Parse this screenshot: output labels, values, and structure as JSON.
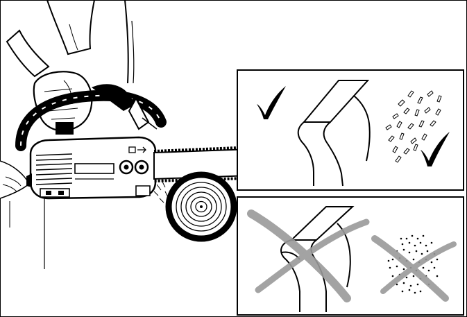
{
  "figure": {
    "panels": [
      {
        "id": "correct",
        "verdict": "check",
        "chips": "coarse-flakes"
      },
      {
        "id": "incorrect",
        "verdict": "cross",
        "chips": "fine-dust"
      }
    ],
    "colors": {
      "ink": "#000000",
      "paper": "#ffffff",
      "cross": "#9a9a9a"
    }
  }
}
